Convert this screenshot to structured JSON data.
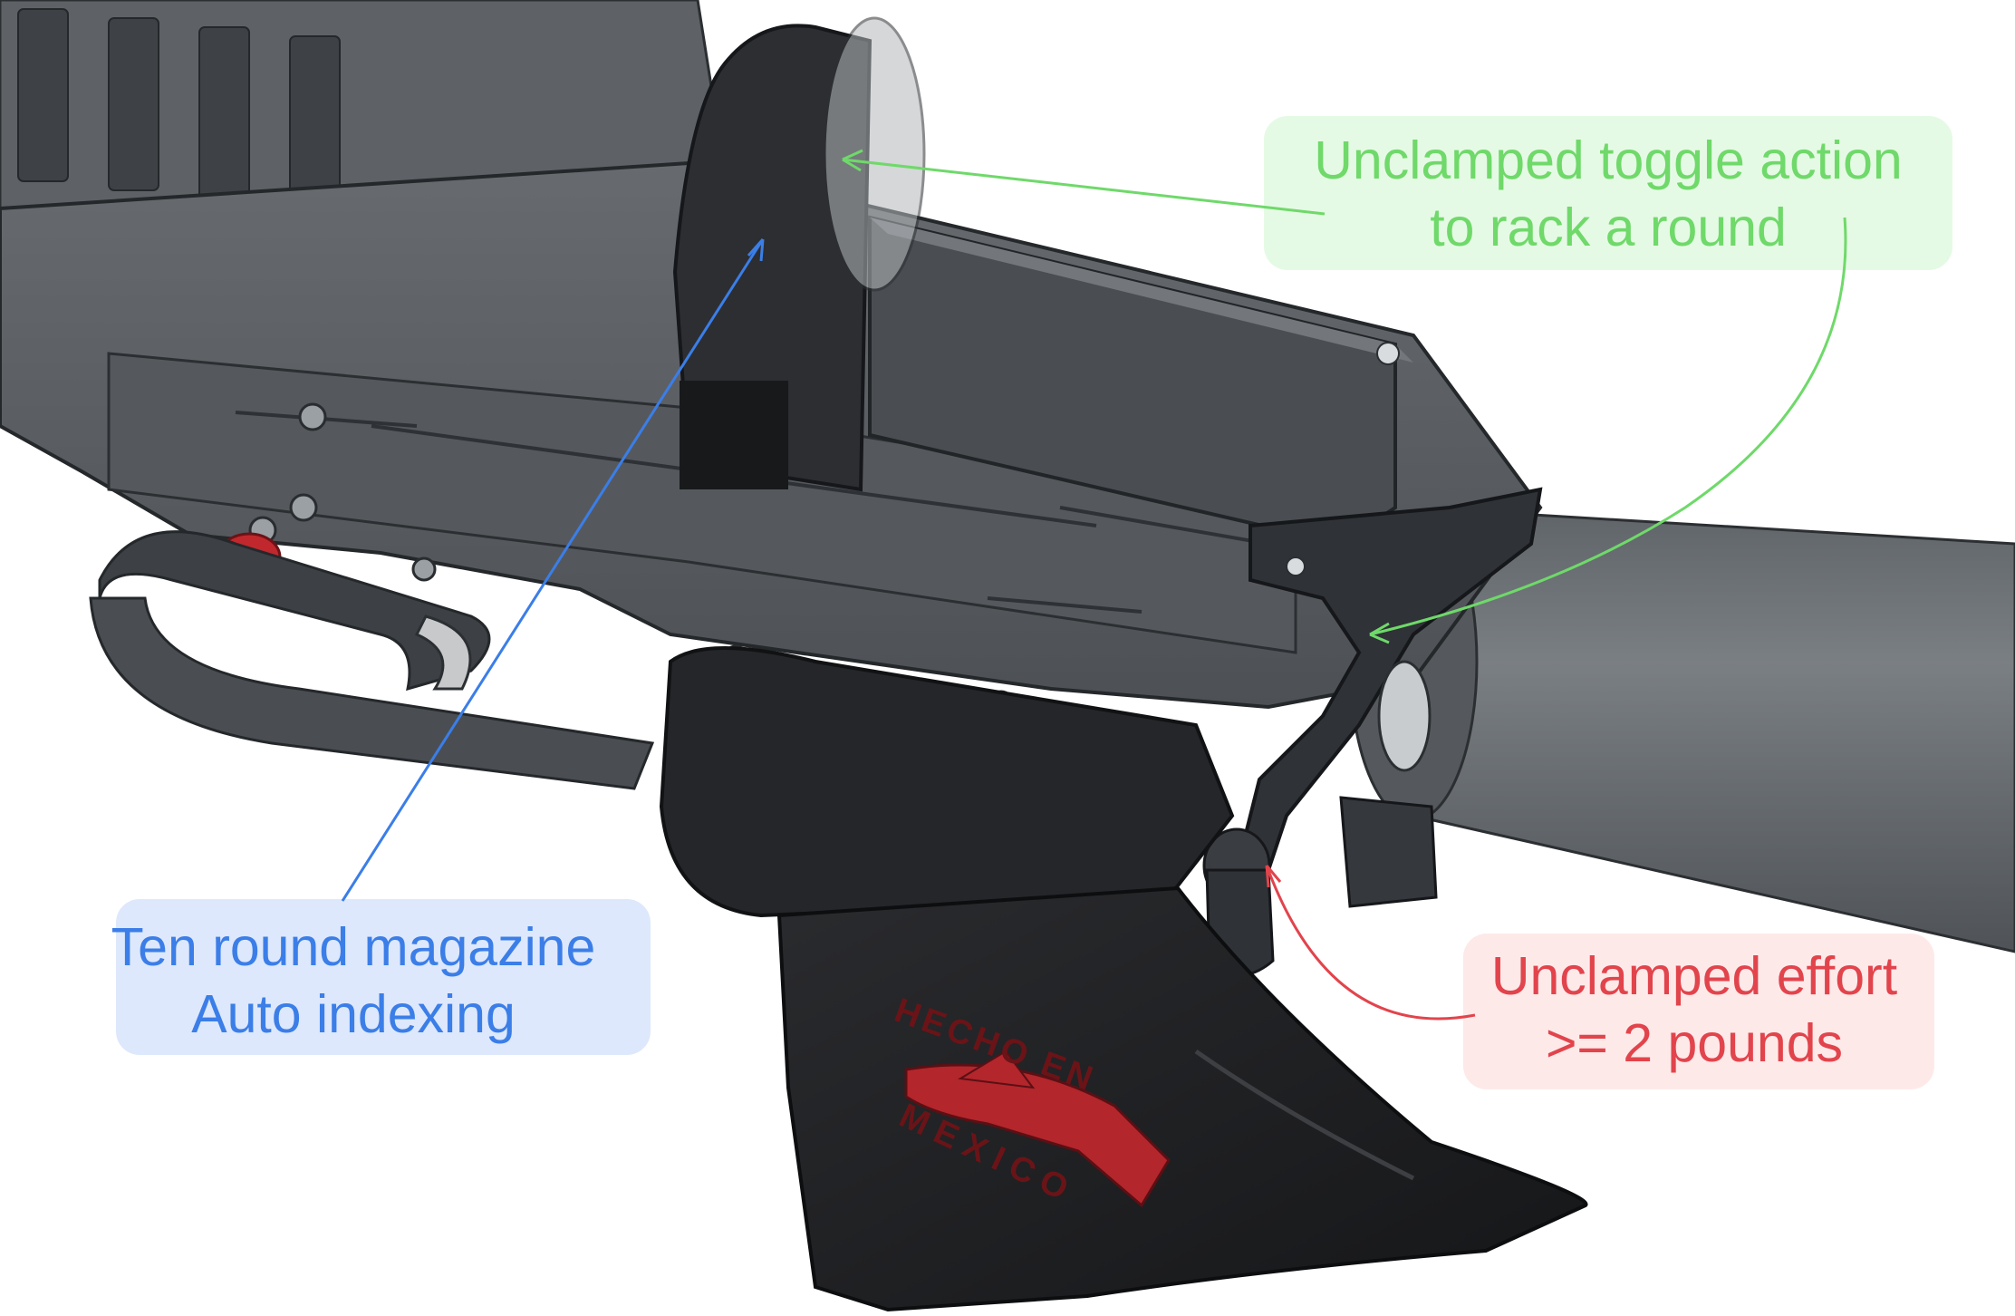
{
  "annotations": {
    "green": {
      "lines": [
        "Unclamped toggle action",
        "to rack a round"
      ],
      "color": "#6fd96a"
    },
    "blue": {
      "lines": [
        "Ten round magazine",
        "Auto indexing"
      ],
      "color": "#3b7ee8"
    },
    "red": {
      "lines": [
        "Unclamped effort",
        ">= 2 pounds"
      ],
      "color": "#e2444c"
    }
  },
  "grip_emblem": {
    "top_text": "HECHO EN",
    "bottom_text": "MEXICO",
    "color": "#b3262c"
  },
  "colors": {
    "receiver": "#5b5f63",
    "receiver_shadow": "#3c4044",
    "barrel": "#6e7377",
    "grip": "#1f2022",
    "trigger_button": "#c0282d"
  }
}
